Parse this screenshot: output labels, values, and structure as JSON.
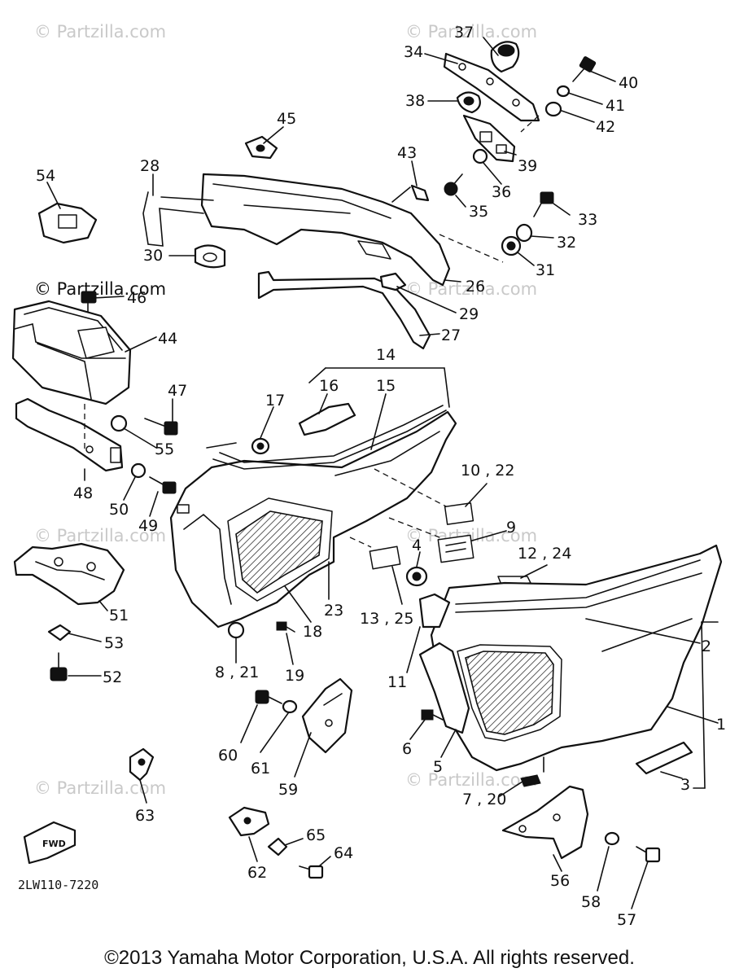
{
  "diagram_code": "2LW110-7220",
  "forward_label": "FWD",
  "watermark": "© Partzilla.com",
  "copyright": "©2013  Yamaha Motor Corporation, U.S.A. All rights reserved.",
  "callouts": {
    "c1": "1",
    "c2": "2",
    "c3": "3",
    "c4": "4",
    "c5": "5",
    "c6": "6",
    "c7_20": "7 , 20",
    "c8_21": "8 , 21",
    "c9": "9",
    "c10_22": "10 , 22",
    "c11": "11",
    "c12_24": "12 , 24",
    "c13_25": "13 , 25",
    "c14": "14",
    "c15": "15",
    "c16": "16",
    "c17": "17",
    "c18": "18",
    "c19": "19",
    "c23": "23",
    "c26": "26",
    "c27": "27",
    "c28": "28",
    "c29": "29",
    "c30": "30",
    "c31": "31",
    "c32": "32",
    "c33": "33",
    "c34": "34",
    "c35": "35",
    "c36": "36",
    "c37": "37",
    "c38": "38",
    "c39": "39",
    "c40": "40",
    "c41": "41",
    "c42": "42",
    "c43": "43",
    "c44": "44",
    "c45": "45",
    "c46": "46",
    "c47": "47",
    "c48": "48",
    "c49": "49",
    "c50": "50",
    "c51": "51",
    "c52": "52",
    "c53": "53",
    "c54": "54",
    "c55": "55",
    "c56": "56",
    "c57": "57",
    "c58": "58",
    "c59": "59",
    "c60": "60",
    "c61": "61",
    "c62": "62",
    "c63": "63",
    "c64": "64",
    "c65": "65"
  }
}
